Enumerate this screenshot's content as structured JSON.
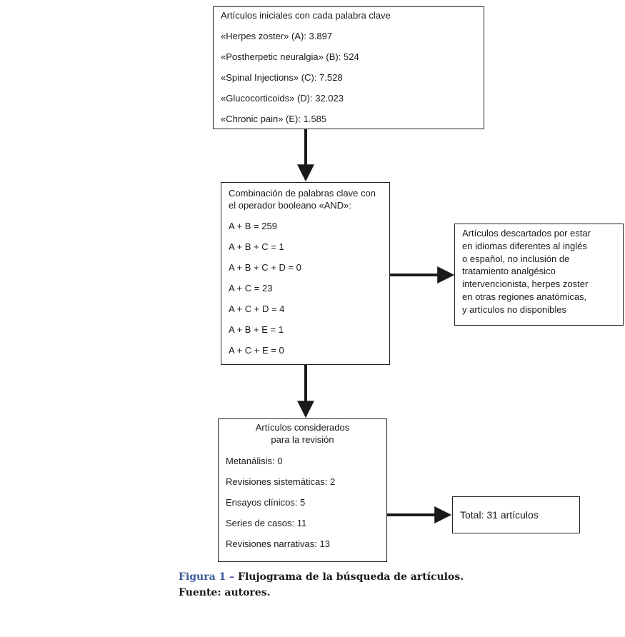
{
  "initial_box": {
    "title": "Artículos iniciales con cada palabra clave",
    "items": [
      "«Herpes zoster» (A): 3.897",
      "«Postherpetic neuralgia» (B): 524",
      "«Spinal Injections» (C): 7.528",
      "«Glucocorticoids» (D): 32.023",
      "«Chronic pain» (E): 1.585"
    ]
  },
  "combination_box": {
    "title": "Combinación de palabras clave con\nel operador booleano «AND»:",
    "items": [
      "A + B = 259",
      "A + B + C = 1",
      "A + B + C + D = 0",
      "A + C = 23",
      "A + C + D = 4",
      "A + B + E = 1",
      "A + C + E = 0"
    ]
  },
  "discarded_box": {
    "text": "Artículos descartados por estar\nen idiomas diferentes al inglés\no español, no inclusión de\ntratamiento analgésico\nintervencionista, herpes zoster\nen otras regiones anatómicas,\ny artículos no disponibles"
  },
  "considered_box": {
    "title": "Artículos considerados\npara la revisión",
    "items": [
      "Metanálisis: 0",
      "Revisiones sistemáticas: 2",
      "Ensayos clínicos: 5",
      "Series de casos: 11",
      "Revisiones narrativas: 13"
    ]
  },
  "total_box": {
    "text": "Total: 31 artículos"
  },
  "caption": {
    "label": "Figura 1 –",
    "title": "Flujograma de la búsqueda de artículos.",
    "source": "Fuente: autores."
  },
  "colors": {
    "caption_label": "#3b5a9a",
    "border": "#222222",
    "arrow": "#1a1a1a"
  }
}
